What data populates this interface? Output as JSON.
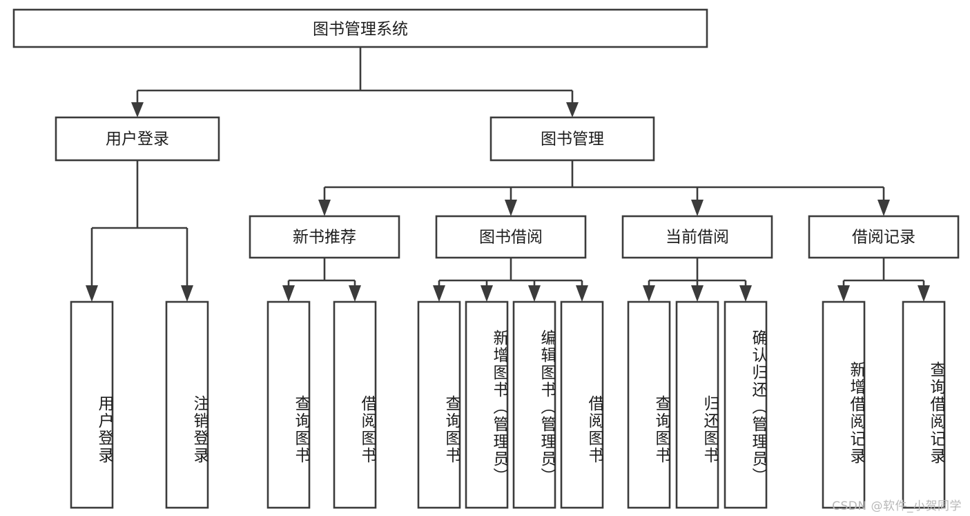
{
  "diagram": {
    "title": "图书管理系统",
    "type": "tree",
    "watermark": "CSDN @软件_小贺同学",
    "colors": {
      "stroke": "#3b3b3b",
      "fill": "#ffffff",
      "text": "#1c1c1c",
      "watermark": "#b8b8b8"
    },
    "levels": {
      "root": {
        "label": "图书管理系统"
      },
      "level2": [
        {
          "label": "用户登录"
        },
        {
          "label": "图书管理"
        }
      ],
      "level3": [
        {
          "label": "新书推荐"
        },
        {
          "label": "图书借阅"
        },
        {
          "label": "当前借阅"
        },
        {
          "label": "借阅记录"
        }
      ],
      "leaves": [
        {
          "label": "用户登录",
          "parent": "用户登录"
        },
        {
          "label": "注销登录",
          "parent": "用户登录"
        },
        {
          "label": "查询图书",
          "parent": "新书推荐"
        },
        {
          "label": "借阅图书",
          "parent": "新书推荐"
        },
        {
          "label": "查询图书",
          "parent": "图书借阅"
        },
        {
          "label": "新增图书（管理员）",
          "parent": "图书借阅"
        },
        {
          "label": "编辑图书（管理员）",
          "parent": "图书借阅"
        },
        {
          "label": "借阅图书",
          "parent": "图书借阅"
        },
        {
          "label": "查询图书",
          "parent": "当前借阅"
        },
        {
          "label": "归还图书",
          "parent": "当前借阅"
        },
        {
          "label": "确认归还（管理员）",
          "parent": "当前借阅"
        },
        {
          "label": "新增借阅记录",
          "parent": "借阅记录"
        },
        {
          "label": "查询借阅记录",
          "parent": "借阅记录"
        }
      ]
    }
  }
}
